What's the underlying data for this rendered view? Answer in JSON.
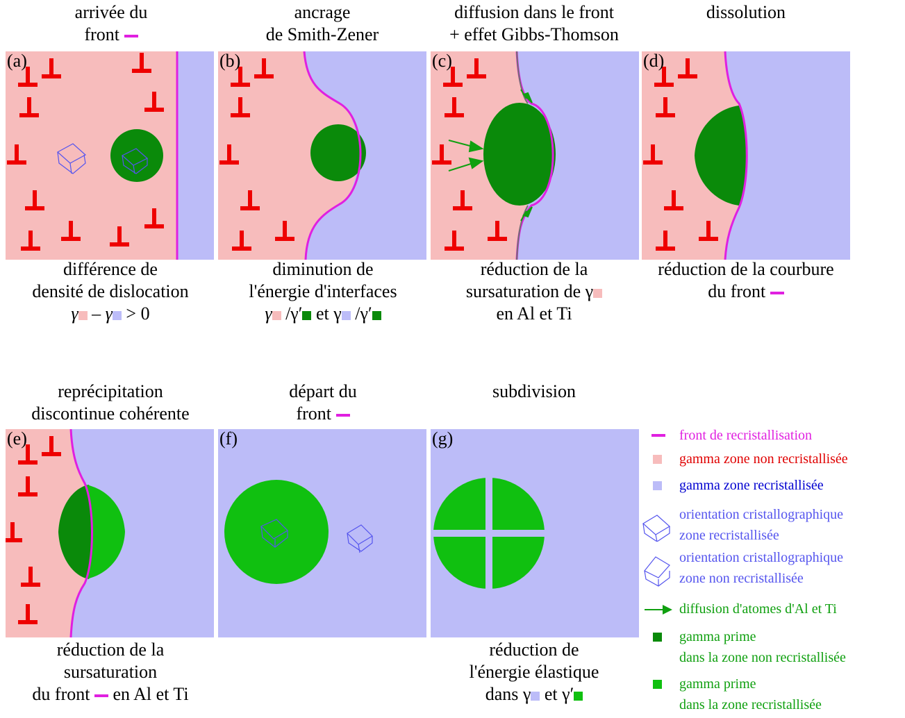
{
  "panels": {
    "a": {
      "label": "(a)",
      "title1": "arrivée du",
      "title2": "front",
      "bottom1": "différence de",
      "bottom2": "densité de dislocation",
      "bottom3_gamma1": "γ",
      "bottom3_minus": "– ",
      "bottom3_gamma2": "γ",
      "bottom3_end": "> 0"
    },
    "b": {
      "label": "(b)",
      "title1": "ancrage",
      "title2": "de Smith-Zener",
      "bottom1": "diminution de",
      "bottom2": "l'énergie d'interfaces",
      "b3_g1": "γ",
      "b3_slash1": "/γ′",
      "b3_et": "et γ",
      "b3_slash2": "/γ′"
    },
    "c": {
      "label": "(c)",
      "title1": "diffusion dans le front",
      "title2": "+ effet Gibbs-Thomson",
      "bottom1": "réduction de la",
      "bottom2": "sursaturation de γ",
      "bottom3": "en Al et Ti"
    },
    "d": {
      "label": "(d)",
      "title1": "dissolution",
      "bottom1": "réduction de la courbure",
      "bottom2": "du front"
    },
    "e": {
      "label": "(e)",
      "title1": "reprécipitation",
      "title2": "discontinue cohérente",
      "bottom1": "réduction de la",
      "bottom2": "sursaturation",
      "bottom3a": "du front",
      "bottom3b": "en Al et Ti"
    },
    "f": {
      "label": "(f)",
      "title1": "départ du",
      "title2": "front"
    },
    "g": {
      "label": "(g)",
      "title1": "subdivision",
      "bottom1": "réduction de",
      "bottom2": "l'énergie élastique",
      "bottom3a": "dans γ",
      "bottom3b": "et γ′"
    }
  },
  "legend": [
    {
      "icon": "magenta-line",
      "text": "front de recristallisation",
      "color": "#e020e0"
    },
    {
      "icon": "pink-square",
      "text": "gamma zone non recristallisée",
      "color": "#e00000"
    },
    {
      "icon": "blue-square",
      "text": "gamma zone recristallisée",
      "color": "#0000d0"
    },
    {
      "icon": "cube-icon",
      "text1": "orientation cristallographique",
      "text2": "zone recristallisée",
      "color": "#5555ee"
    },
    {
      "icon": "cube-icon",
      "text1": "orientation cristallographique",
      "text2": "zone non recristallisée",
      "color": "#5555ee"
    },
    {
      "icon": "green-arrow",
      "text": "diffusion d'atomes d'Al et Ti",
      "color": "#10a010"
    },
    {
      "icon": "dark-green-square",
      "text1": "gamma prime",
      "text2": "dans la zone non recristallisée",
      "color": "#10a010"
    },
    {
      "icon": "light-green-square",
      "text1": "gamma prime",
      "text2": "dans la zone recristallisée",
      "color": "#10a010"
    }
  ],
  "colors": {
    "pink": "#f7bcbc",
    "blue": "#bcbcf8",
    "dark_green": "#0a8a0a",
    "light_green": "#10c010",
    "magenta": "#e020e0",
    "dislocation_red": "#ee0000"
  }
}
